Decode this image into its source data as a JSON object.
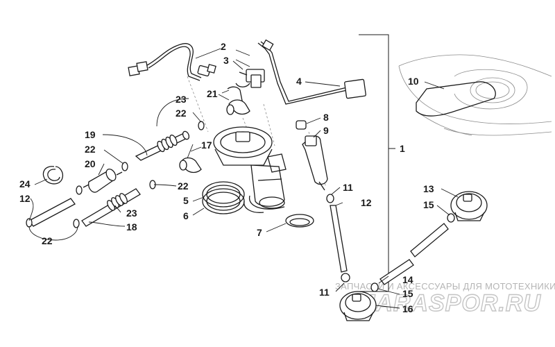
{
  "callouts": [
    {
      "id": "c2",
      "label": "2"
    },
    {
      "id": "c3",
      "label": "3"
    },
    {
      "id": "c4",
      "label": "4"
    },
    {
      "id": "c21",
      "label": "21"
    },
    {
      "id": "c23a",
      "label": "23"
    },
    {
      "id": "c22a",
      "label": "22"
    },
    {
      "id": "c19",
      "label": "19"
    },
    {
      "id": "c22b",
      "label": "22"
    },
    {
      "id": "c20",
      "label": "20"
    },
    {
      "id": "c17",
      "label": "17"
    },
    {
      "id": "c24",
      "label": "24"
    },
    {
      "id": "c12a",
      "label": "12"
    },
    {
      "id": "c22c",
      "label": "22"
    },
    {
      "id": "c5",
      "label": "5"
    },
    {
      "id": "c6",
      "label": "6"
    },
    {
      "id": "c23b",
      "label": "23"
    },
    {
      "id": "c18",
      "label": "18"
    },
    {
      "id": "c22d",
      "label": "22"
    },
    {
      "id": "c7",
      "label": "7"
    },
    {
      "id": "c8",
      "label": "8"
    },
    {
      "id": "c9",
      "label": "9"
    },
    {
      "id": "c1",
      "label": "1"
    },
    {
      "id": "c10",
      "label": "10"
    },
    {
      "id": "c11a",
      "label": "11"
    },
    {
      "id": "c12b",
      "label": "12"
    },
    {
      "id": "c13",
      "label": "13"
    },
    {
      "id": "c15a",
      "label": "15"
    },
    {
      "id": "c14",
      "label": "14"
    },
    {
      "id": "c11b",
      "label": "11"
    },
    {
      "id": "c15b",
      "label": "15"
    },
    {
      "id": "c16",
      "label": "16"
    }
  ],
  "watermark": {
    "caption": "ЗАПЧАСТИ И АКСЕССУАРЫ ДЛЯ МОТОТЕХНИКИ",
    "logo": "MARASPOR.RU"
  }
}
